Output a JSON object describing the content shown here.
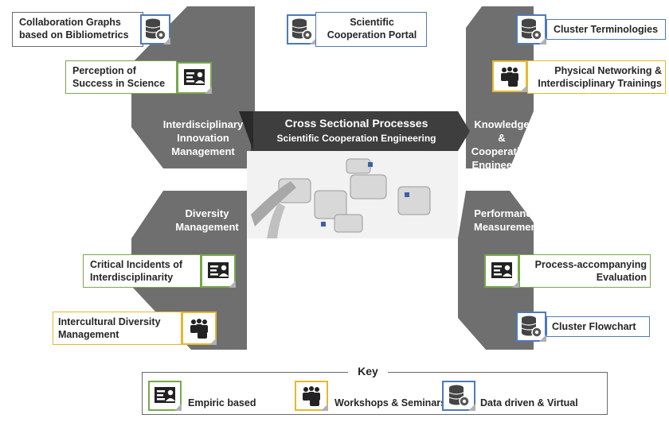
{
  "center": {
    "title": "Cross Sectional Processes",
    "subtitle": "Scientific Cooperation Engineering"
  },
  "quadrants": {
    "top_left": "Interdisciplinary Innovation Management",
    "top_right": "Knowledge & Cooperation Engineering",
    "bottom_left": "Diversity Management",
    "bottom_right": "Performance Measurement"
  },
  "items": {
    "collab_graphs": "Collaboration Graphs based on Bibliometrics",
    "portal": "Scientific Cooperation Portal",
    "perception": "Perception of Success in Science",
    "cluster_terminologies": "Cluster Terminologies",
    "physical_networking": "Physical Networking & Interdisciplinary Trainings",
    "critical_incidents": "Critical Incidents of Interdisciplinarity",
    "intercultural": "Intercultural Diversity Management",
    "process_eval": "Process-accompanying Evaluation",
    "cluster_flowchart": "Cluster Flowchart"
  },
  "key": {
    "title": "Key",
    "empiric": "Empiric based",
    "workshops": "Workshops & Seminars",
    "data": "Data driven & Virtual"
  },
  "colors": {
    "empiric": "#77a84a",
    "workshops": "#e6b82c",
    "data": "#4d7ab8",
    "quadrant": "#6f6f6f",
    "banner": "#3e3e3e"
  },
  "icons": {
    "empiric": "id-card-icon",
    "workshops": "people-icon",
    "data": "database-gear-icon"
  }
}
